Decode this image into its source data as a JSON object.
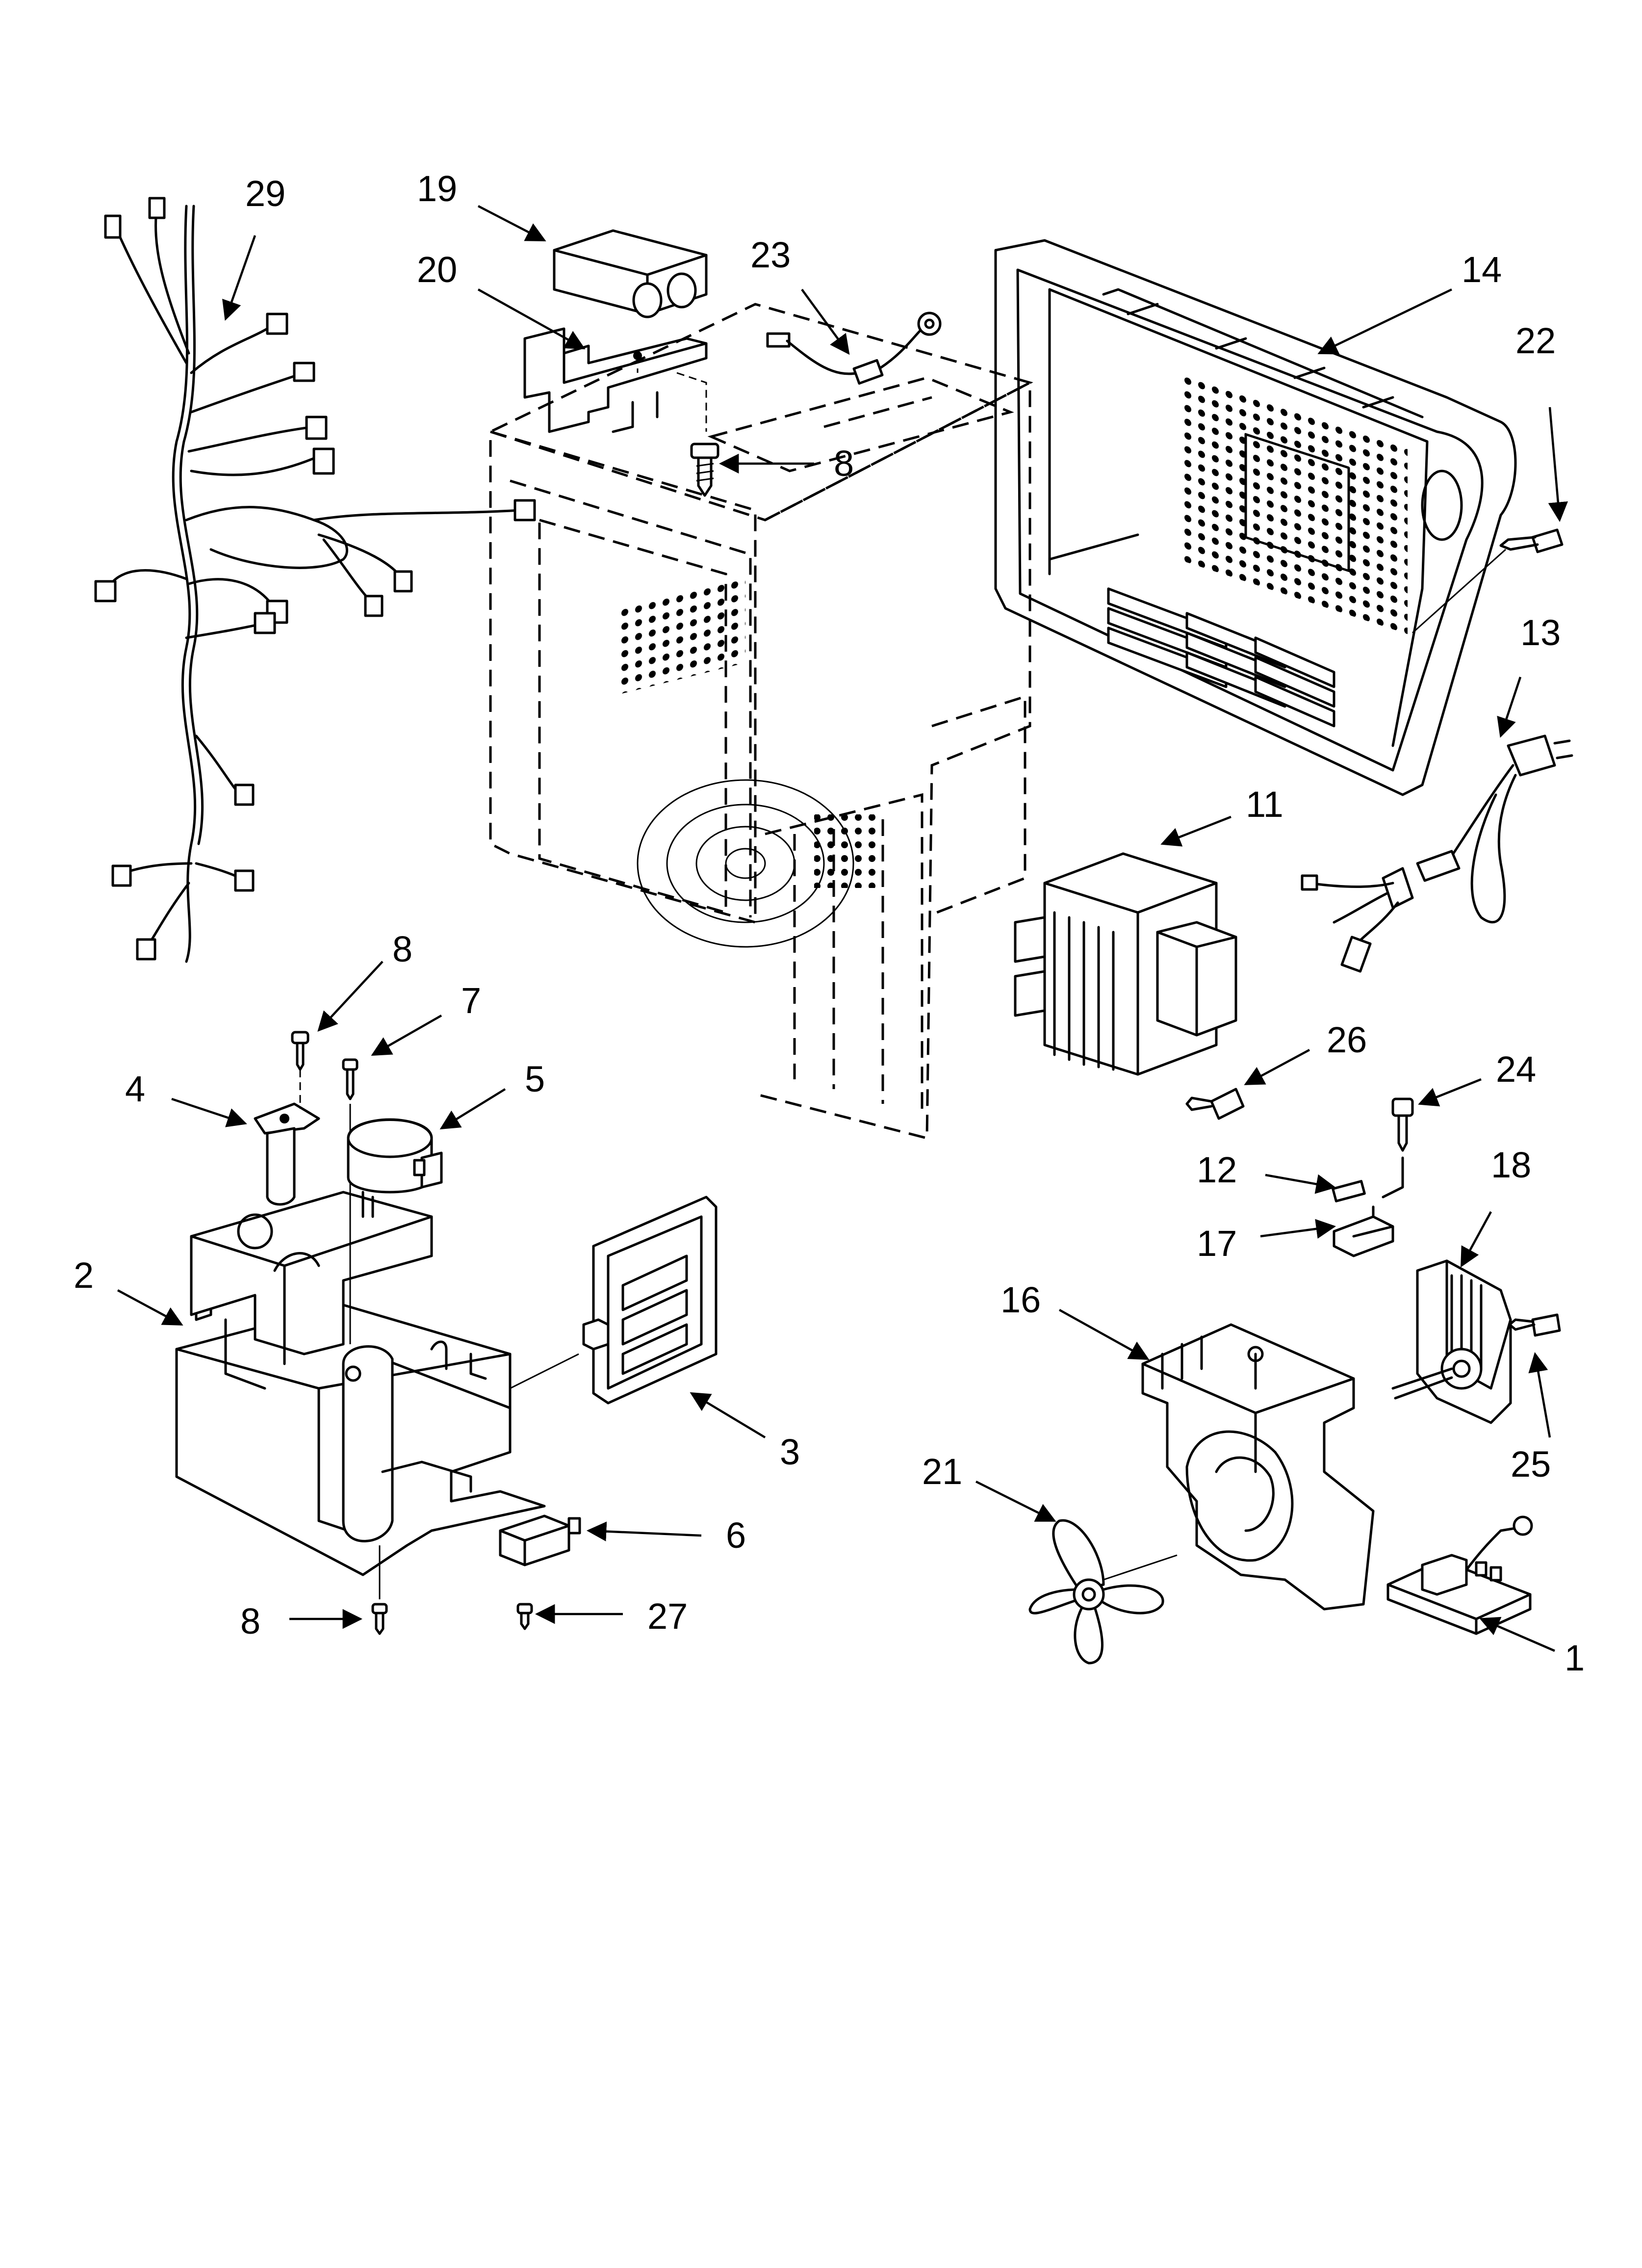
{
  "diagram": {
    "callouts": [
      {
        "id": "29",
        "label": "29"
      },
      {
        "id": "19",
        "label": "19"
      },
      {
        "id": "20",
        "label": "20"
      },
      {
        "id": "23",
        "label": "23"
      },
      {
        "id": "14",
        "label": "14"
      },
      {
        "id": "22",
        "label": "22"
      },
      {
        "id": "8a",
        "label": "8"
      },
      {
        "id": "13",
        "label": "13"
      },
      {
        "id": "11",
        "label": "11"
      },
      {
        "id": "8b",
        "label": "8"
      },
      {
        "id": "7",
        "label": "7"
      },
      {
        "id": "5",
        "label": "5"
      },
      {
        "id": "4",
        "label": "4"
      },
      {
        "id": "26",
        "label": "26"
      },
      {
        "id": "24",
        "label": "24"
      },
      {
        "id": "12",
        "label": "12"
      },
      {
        "id": "18",
        "label": "18"
      },
      {
        "id": "17",
        "label": "17"
      },
      {
        "id": "2",
        "label": "2"
      },
      {
        "id": "16",
        "label": "16"
      },
      {
        "id": "3",
        "label": "3"
      },
      {
        "id": "25",
        "label": "25"
      },
      {
        "id": "21",
        "label": "21"
      },
      {
        "id": "6",
        "label": "6"
      },
      {
        "id": "8c",
        "label": "8"
      },
      {
        "id": "27",
        "label": "27"
      },
      {
        "id": "1",
        "label": "1"
      }
    ]
  }
}
